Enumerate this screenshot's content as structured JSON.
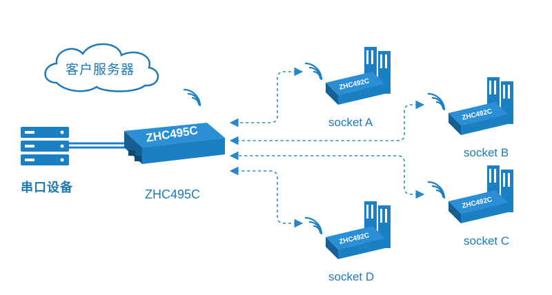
{
  "cloud": {
    "label": "客户服务器"
  },
  "serial_device": {
    "label": "串口设备"
  },
  "hub": {
    "label": "ZHC495C",
    "device_text": "ZHC495C"
  },
  "sockets": [
    {
      "label": "socket A",
      "device_text": "ZHC492C"
    },
    {
      "label": "socket B",
      "device_text": "ZHC492C"
    },
    {
      "label": "socket C",
      "device_text": "ZHC492C"
    },
    {
      "label": "socket D",
      "device_text": "ZHC492C"
    }
  ],
  "colors": {
    "primary": "#1f78b4",
    "device": "#1b7fc4",
    "device_dark": "#155f92",
    "link": "#2a86c8"
  }
}
